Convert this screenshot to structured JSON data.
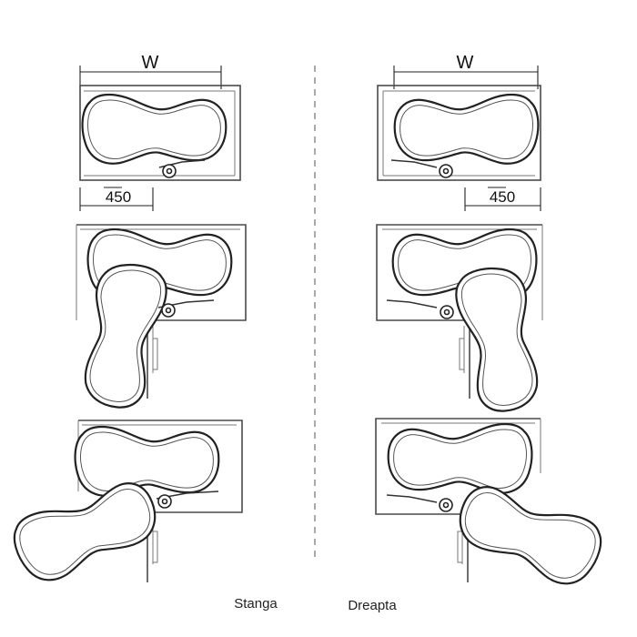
{
  "dimensions": {
    "width_label": "W",
    "depth_label": "450"
  },
  "captions": {
    "left": "Stanga",
    "right": "Dreapta"
  }
}
